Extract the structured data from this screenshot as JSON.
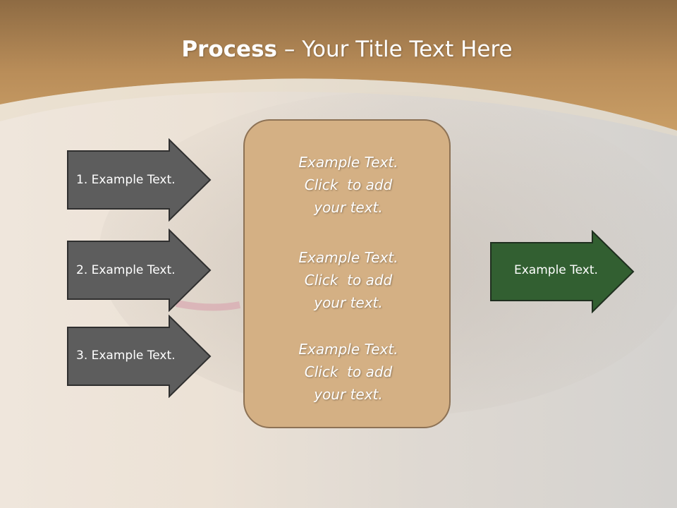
{
  "title": {
    "bold": "Process",
    "separator": " – ",
    "rest": "Your Title Text Here"
  },
  "left_arrows": [
    {
      "label": "1. Example Text."
    },
    {
      "label": "2. Example Text."
    },
    {
      "label": "3. Example Text."
    }
  ],
  "center_blocks": [
    {
      "lines": [
        "Example Text.",
        "Click  to add",
        "your text."
      ]
    },
    {
      "lines": [
        "Example Text.",
        "Click  to add",
        "your text."
      ]
    },
    {
      "lines": [
        "Example Text.",
        "Click  to add",
        "your text."
      ]
    }
  ],
  "right_arrow": {
    "label": "Example Text."
  },
  "colors": {
    "header_gradient_top": "#8d6a42",
    "header_gradient_bottom": "#c99c62",
    "left_arrow_fill": "#5d5d5d",
    "center_box_fill": "#d4b084",
    "right_arrow_fill": "#325f31"
  }
}
